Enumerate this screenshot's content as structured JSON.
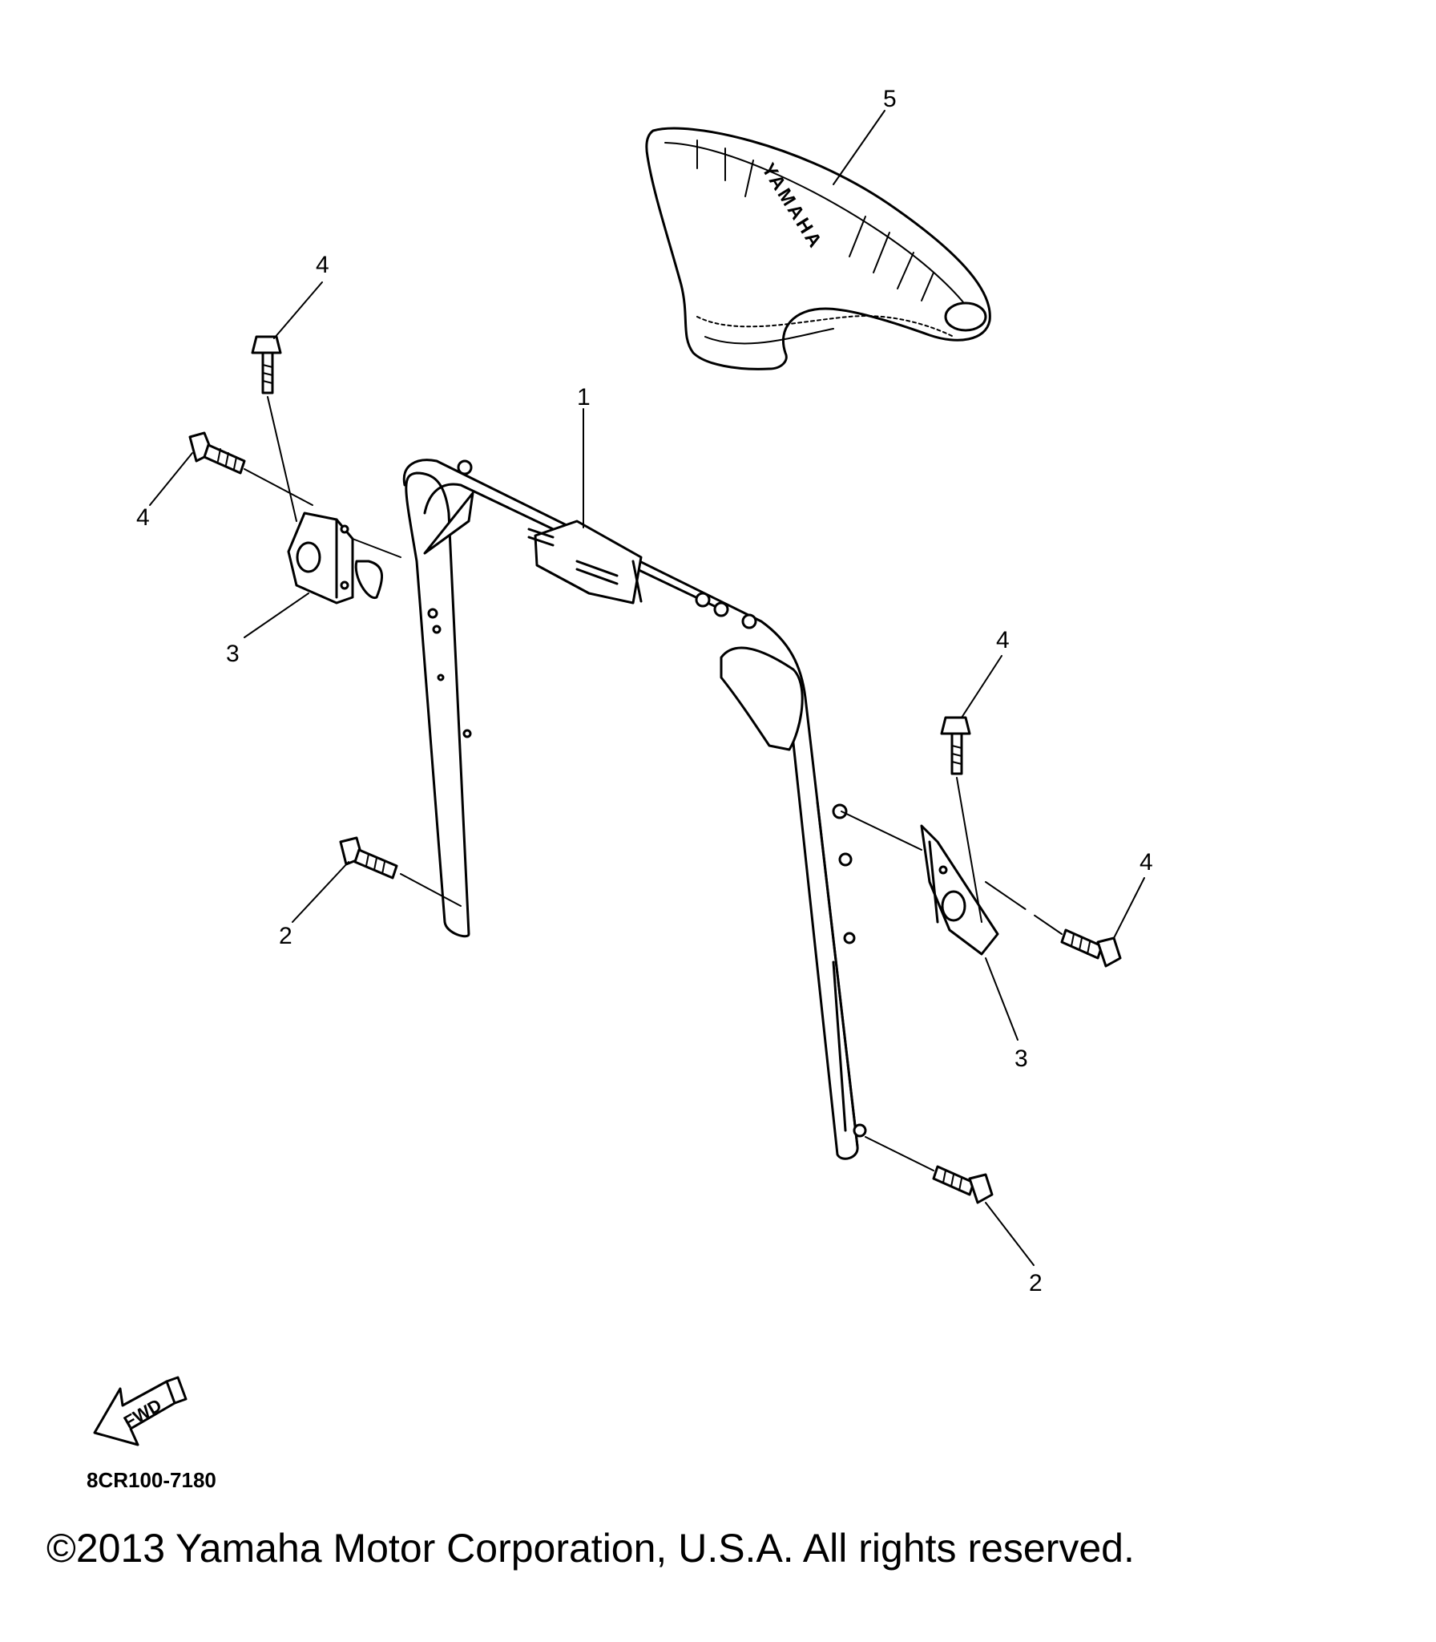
{
  "diagram": {
    "callouts": [
      {
        "id": "c1",
        "label": "1"
      },
      {
        "id": "c2a",
        "label": "2"
      },
      {
        "id": "c2b",
        "label": "2"
      },
      {
        "id": "c3a",
        "label": "3"
      },
      {
        "id": "c3b",
        "label": "3"
      },
      {
        "id": "c4a",
        "label": "4"
      },
      {
        "id": "c4b",
        "label": "4"
      },
      {
        "id": "c4c",
        "label": "4"
      },
      {
        "id": "c4d",
        "label": "4"
      },
      {
        "id": "c5",
        "label": "5"
      }
    ],
    "seat_brand": "YAMAHA",
    "fwd_label": "FWD",
    "diagram_code": "8CR100-7180"
  },
  "footer": {
    "copyright": "©2013 Yamaha Motor Corporation, U.S.A. All rights reserved."
  }
}
